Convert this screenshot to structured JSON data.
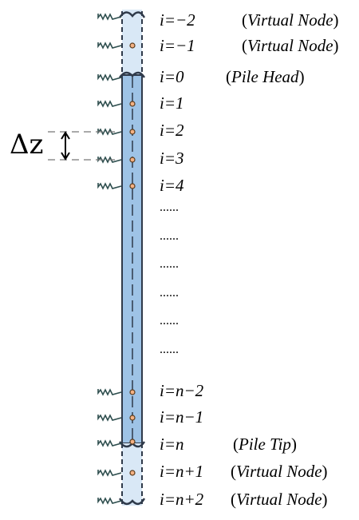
{
  "colors": {
    "pile_fill": "#9ec3e6",
    "pile_edge": "#2f3a4a",
    "virtual_fill": "#d9e8f6",
    "node_fill": "#f4b183",
    "spring": "#2f4f4f"
  },
  "nodes": [
    {
      "label": "i=−2",
      "note_open": "(",
      "note_word": "Virtual Node",
      "note_close": ")"
    },
    {
      "label": "i=−1",
      "note_open": "(",
      "note_word": "Virtual Node",
      "note_close": ")"
    },
    {
      "label": "i=0",
      "note_open": "(",
      "note_word": "Pile Head",
      "note_close": ")"
    },
    {
      "label": "i=1"
    },
    {
      "label": "i=2"
    },
    {
      "label": "i=3"
    },
    {
      "label": "i=4"
    },
    {
      "label": "i=n−2"
    },
    {
      "label": "i=n−1"
    },
    {
      "label": "i=n",
      "note_open": "(",
      "note_word": "Pile Tip",
      "note_close": ")"
    },
    {
      "label": "i=n+1",
      "note_open": "(",
      "note_word": "Virtual Node",
      "note_close": ")"
    },
    {
      "label": "i=n+2",
      "note_open": "(",
      "note_word": "Virtual Node",
      "note_close": ")"
    }
  ],
  "ellipsis": [
    "......",
    "......",
    "......",
    "......",
    "......",
    "......"
  ],
  "spacing_label": "Δz"
}
